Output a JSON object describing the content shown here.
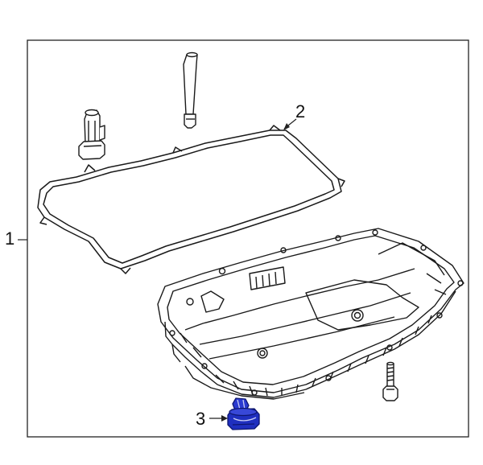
{
  "callouts": {
    "item_1": "1",
    "item_2": "2",
    "item_3": "3"
  },
  "colors": {
    "line": "#1a1a1a",
    "frame": "#222222",
    "highlight": "#1f2fbf",
    "highlight_dark": "#0d1670"
  },
  "parts_shown": [
    "dipstick-tube",
    "fill-plug",
    "oil-pan-gasket",
    "transmission-oil-pan",
    "pan-bolt",
    "drain-plug"
  ]
}
